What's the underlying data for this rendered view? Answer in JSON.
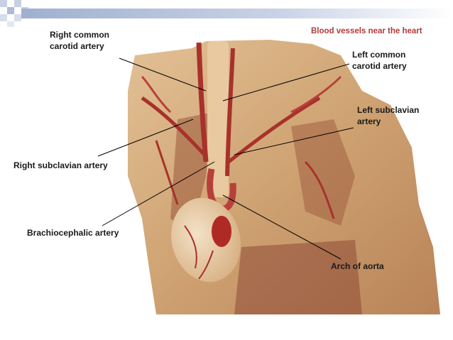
{
  "title": "Blood vessels near the heart",
  "labels": {
    "right_common_carotid_line1": "Right common",
    "right_common_carotid_line2": "carotid artery",
    "left_common_carotid_line1": "Left common",
    "left_common_carotid_line2": "carotid artery",
    "left_subclavian_line1": "Left subclavian",
    "left_subclavian_line2": "artery",
    "right_subclavian": "Right subclavian artery",
    "brachiocephalic": "Brachiocephalic artery",
    "arch_of_aorta": "Arch of aorta"
  },
  "colors": {
    "tissue": "#d9b48a",
    "vessel": "#a8322b",
    "heart": "#e9cfa8",
    "title": "#b23a3a"
  }
}
